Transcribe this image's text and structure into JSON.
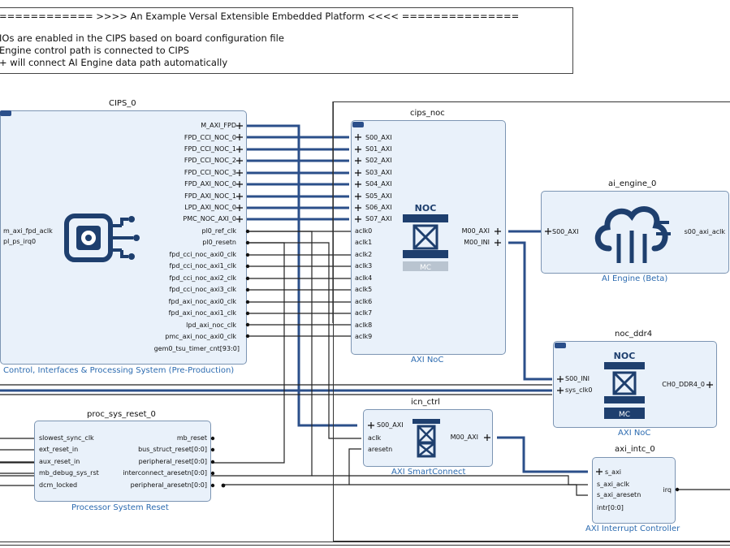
{
  "note": {
    "lines": [
      "============ >>>> An Example Versal Extensible Embedded Platform <<<< ===============",
      "IOs are enabled in the CIPS based on board configuration file",
      "Engine control path is connected to CIPS",
      "+ will connect AI Engine data path automatically"
    ]
  },
  "cips": {
    "name": "CIPS_0",
    "subtitle": "Control, Interfaces & Processing System (Pre-Production)",
    "left_ports": [
      "m_axi_fpd_aclk",
      "pl_ps_irq0"
    ],
    "right_ports": [
      "M_AXI_FPD",
      "FPD_CCI_NOC_0",
      "FPD_CCI_NOC_1",
      "FPD_CCI_NOC_2",
      "FPD_CCI_NOC_3",
      "FPD_AXI_NOC_0",
      "FPD_AXI_NOC_1",
      "LPD_AXI_NOC_0",
      "PMC_NOC_AXI_0",
      "pl0_ref_clk",
      "pl0_resetn",
      "fpd_cci_noc_axi0_clk",
      "fpd_cci_noc_axi1_clk",
      "fpd_cci_noc_axi2_clk",
      "fpd_cci_noc_axi3_clk",
      "fpd_axi_noc_axi0_clk",
      "fpd_axi_noc_axi1_clk",
      "lpd_axi_noc_clk",
      "pmc_axi_noc_axi0_clk",
      "gem0_tsu_timer_cnt[93:0]"
    ]
  },
  "cips_noc": {
    "name": "cips_noc",
    "subtitle": "AXI NoC",
    "left_ports": [
      "S00_AXI",
      "S01_AXI",
      "S02_AXI",
      "S03_AXI",
      "S04_AXI",
      "S05_AXI",
      "S06_AXI",
      "S07_AXI",
      "aclk0",
      "aclk1",
      "aclk2",
      "aclk3",
      "aclk4",
      "aclk5",
      "aclk6",
      "aclk7",
      "aclk8",
      "aclk9"
    ],
    "right_ports": [
      "M00_AXI",
      "M00_INI"
    ],
    "icon_label": "NOC",
    "mc_label": "MC"
  },
  "ai_engine": {
    "name": "ai_engine_0",
    "subtitle": "AI Engine (Beta)",
    "left_ports": [
      "S00_AXI"
    ],
    "right_ports": [
      "s00_axi_aclk"
    ]
  },
  "noc_ddr4": {
    "name": "noc_ddr4",
    "subtitle": "AXI NoC",
    "left_ports": [
      "S00_INI",
      "sys_clk0"
    ],
    "right_ports": [
      "CH0_DDR4_0"
    ],
    "icon_label": "NOC",
    "mc_label": "MC"
  },
  "icn_ctrl": {
    "name": "icn_ctrl",
    "subtitle": "AXI SmartConnect",
    "left_ports": [
      "S00_AXI",
      "aclk",
      "aresetn"
    ],
    "right_ports": [
      "M00_AXI"
    ]
  },
  "proc_sys_reset": {
    "name": "proc_sys_reset_0",
    "subtitle": "Processor System Reset",
    "left_ports": [
      "slowest_sync_clk",
      "ext_reset_in",
      "aux_reset_in",
      "mb_debug_sys_rst",
      "dcm_locked"
    ],
    "right_ports": [
      "mb_reset",
      "bus_struct_reset[0:0]",
      "peripheral_reset[0:0]",
      "interconnect_aresetn[0:0]",
      "peripheral_aresetn[0:0]"
    ]
  },
  "axi_intc": {
    "name": "axi_intc_0",
    "subtitle": "AXI Interrupt Controller",
    "left_ports": [
      "s_axi",
      "s_axi_aclk",
      "s_axi_aresetn",
      "intr[0:0]"
    ],
    "right_ports": [
      "irq"
    ]
  },
  "colors": {
    "block_fill": "#e9f1fa",
    "block_border": "#7c95b3",
    "bus_wire": "#2b4f8a",
    "net_wire": "#222222",
    "subtitle": "#2c6bb0",
    "icon": "#1e3f6e"
  }
}
